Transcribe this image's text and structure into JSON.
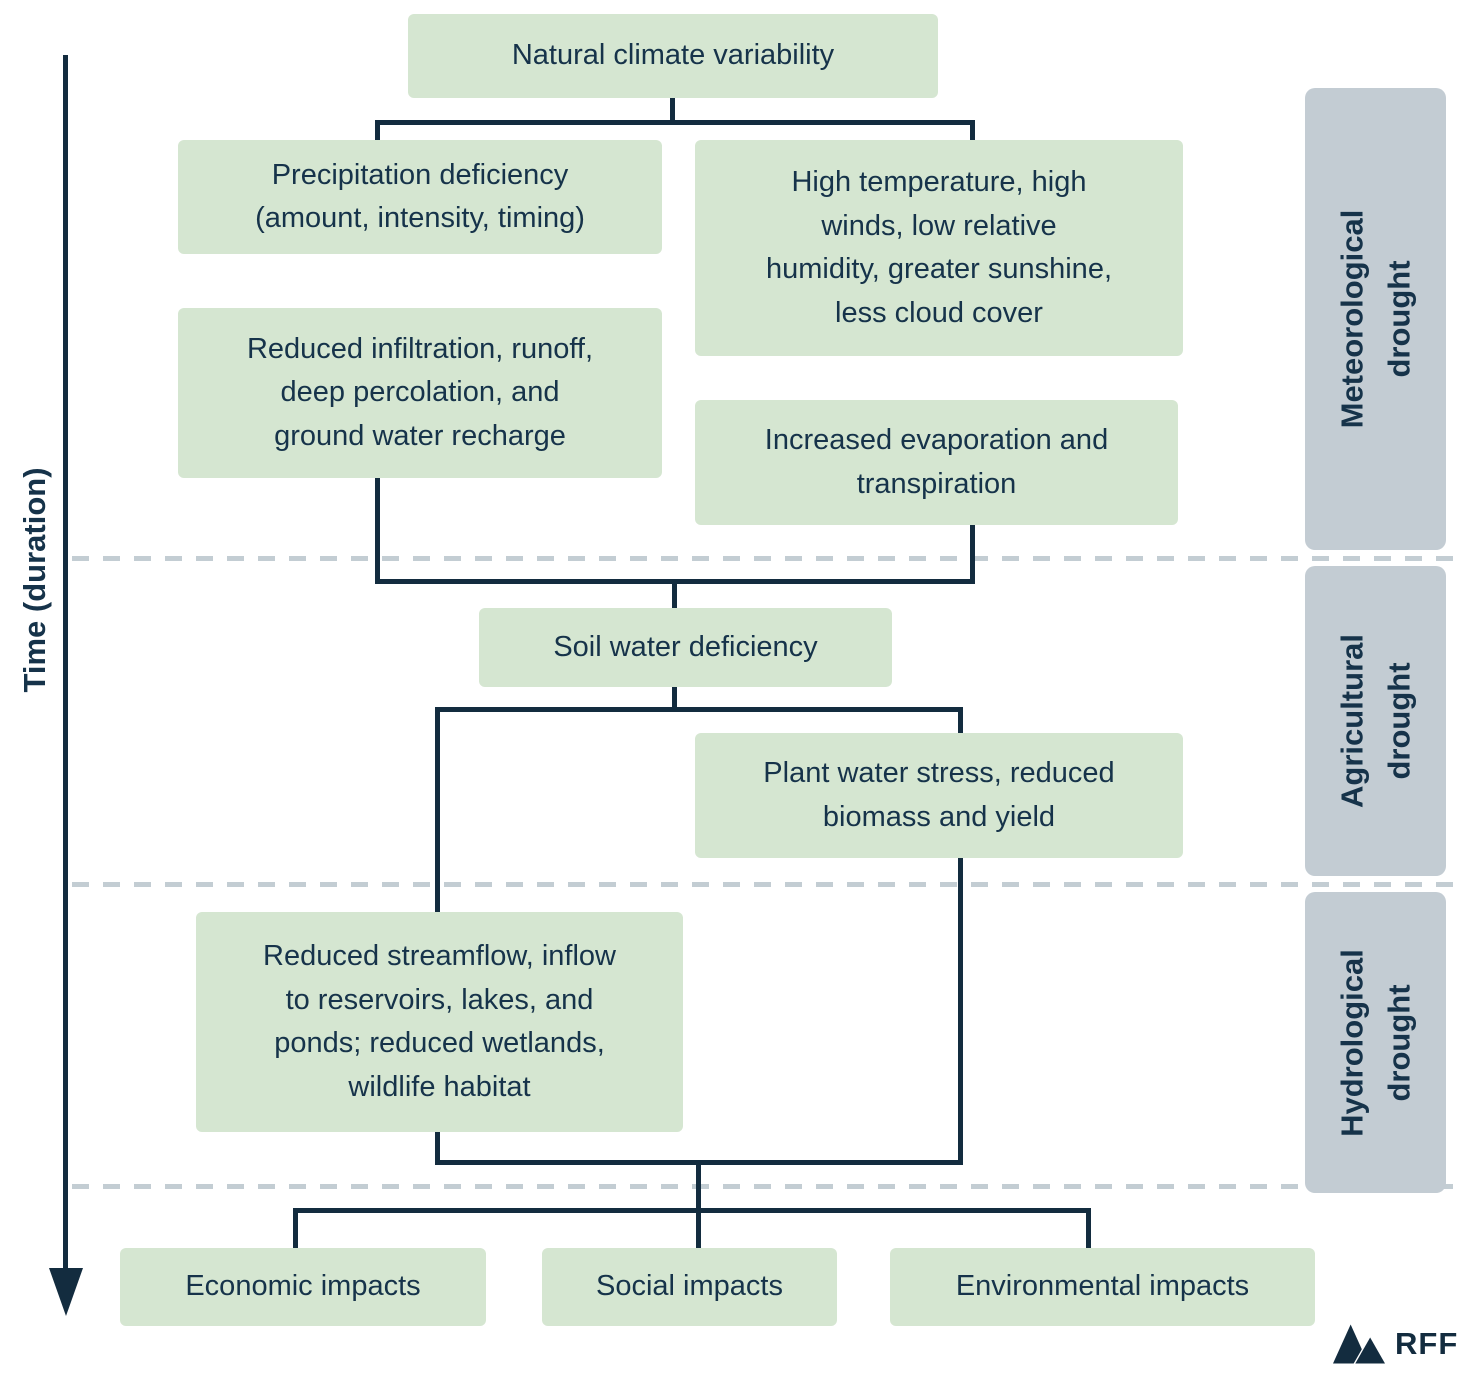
{
  "colors": {
    "node_fill": "#d5e6d1",
    "stage_fill": "#c3ccd3",
    "text": "#16334a",
    "line": "#132c3f",
    "dash": "#c3cdd3",
    "background": "#ffffff"
  },
  "time_axis": {
    "label": "Time (duration)"
  },
  "nodes": {
    "natural": "Natural climate variability",
    "precipitation": "Precipitation deficiency\n(amount, intensity, timing)",
    "high_temperature": "High temperature, high\nwinds, low relative\nhumidity, greater sunshine,\nless cloud cover",
    "infiltration": "Reduced infiltration, runoff,\ndeep percolation, and\nground water recharge",
    "evaporation": "Increased evaporation and\ntranspiration",
    "soil_water": "Soil water deficiency",
    "plant_water": "Plant water stress, reduced\nbiomass and yield",
    "streamflow": "Reduced streamflow, inflow\nto reservoirs, lakes, and\nponds; reduced wetlands,\nwildlife habitat",
    "economic": "Economic impacts",
    "social": "Social impacts",
    "environmental": "Environmental impacts"
  },
  "stages": {
    "meteorological": "Meteorological\ndrought",
    "agricultural": "Agricultural\ndrought",
    "hydrological": "Hydrological\ndrought"
  },
  "logo": {
    "text": "RFF"
  }
}
